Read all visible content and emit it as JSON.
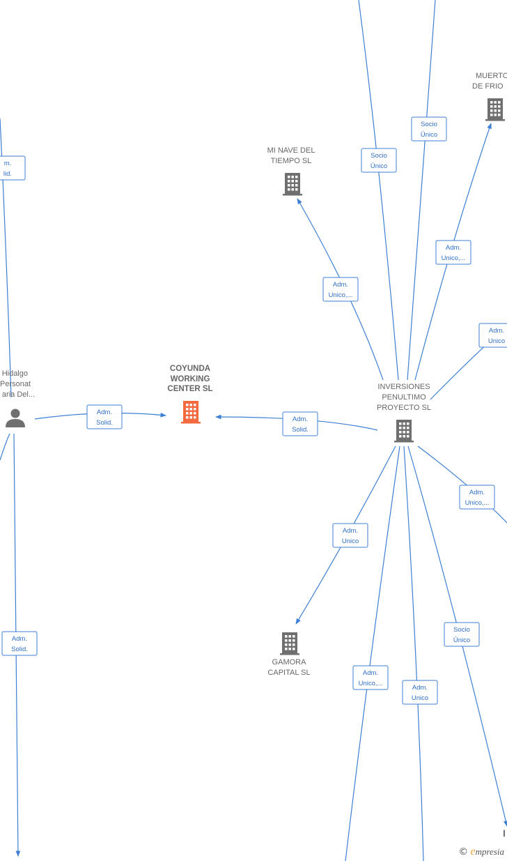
{
  "nodes": {
    "coyunda": {
      "label": [
        "COYUNDA",
        "WORKING",
        "CENTER  SL"
      ],
      "color": "#f26a3d"
    },
    "inversiones": {
      "label": [
        "INVERSIONES",
        "PENULTIMO",
        "PROYECTO SL"
      ],
      "color": "#6f6f6f"
    },
    "mi_nave": {
      "label": [
        "MI NAVE DEL",
        "TIEMPO SL"
      ],
      "color": "#6f6f6f"
    },
    "muerto": {
      "label": [
        "MUERTO",
        "DE FRIO"
      ],
      "color": "#6f6f6f"
    },
    "gamora": {
      "label": [
        "GAMORA",
        "CAPITAL  SL"
      ],
      "color": "#6f6f6f"
    },
    "person": {
      "label": [
        "Hidalgo",
        "Personat",
        "aria Del..."
      ],
      "color": "#6f6f6f"
    }
  },
  "edge_labels": [
    {
      "id": "person-coyunda",
      "lines": [
        "Adm.",
        "Solid."
      ]
    },
    {
      "id": "inv-coyunda",
      "lines": [
        "Adm.",
        "Solid."
      ]
    },
    {
      "id": "inv-minave",
      "lines": [
        "Adm.",
        "Unico,..."
      ]
    },
    {
      "id": "top-socio-1",
      "lines": [
        "Socio",
        "Único"
      ]
    },
    {
      "id": "top-socio-2",
      "lines": [
        "Socio",
        "Único"
      ]
    },
    {
      "id": "inv-muerto",
      "lines": [
        "Adm.",
        "Unico,..."
      ]
    },
    {
      "id": "inv-right-1",
      "lines": [
        "Adm.",
        "Unico"
      ]
    },
    {
      "id": "inv-right-2",
      "lines": [
        "Adm.",
        "Unico,..."
      ]
    },
    {
      "id": "inv-gamora",
      "lines": [
        "Adm.",
        "Unico"
      ]
    },
    {
      "id": "inv-socio-low",
      "lines": [
        "Socio",
        "Único"
      ]
    },
    {
      "id": "inv-bottom-1",
      "lines": [
        "Adm.",
        "Unico,..."
      ]
    },
    {
      "id": "inv-bottom-2",
      "lines": [
        "Adm.",
        "Unico"
      ]
    },
    {
      "id": "person-top",
      "lines": [
        "m.",
        "lid."
      ]
    },
    {
      "id": "person-bottom",
      "lines": [
        "Adm.",
        "Solid."
      ]
    }
  ],
  "partial_labels": {
    "bottom_right": "I"
  },
  "watermark": {
    "copyright": "©",
    "e": "e",
    "text": "mpresia"
  }
}
